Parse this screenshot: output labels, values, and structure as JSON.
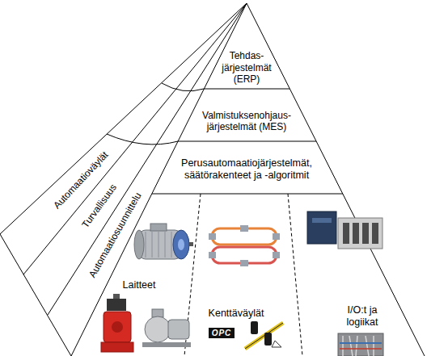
{
  "diagram": {
    "nodes": [
      {
        "text": [
          "Tehdas- järjestelmät (ERP)"
        ]
      },
      {
        "text": [
          "Valmistuksenohjaus- järjestelmät (MES)"
        ]
      },
      {
        "text": [
          "Perusautomaatiojärjestelmät, säätörakenteet ja -algoritmit"
        ]
      },
      {
        "text": [
          "Laitteet"
        ]
      },
      {
        "text": [
          "Kenttäväylät"
        ]
      },
      {
        "text": [
          "I/O:t ja logiikat"
        ]
      },
      {
        "text": [
          "Automaatioväylät"
        ]
      },
      {
        "text": [
          "Turvallisuus"
        ]
      },
      {
        "text": [
          "Automaatiosuunnittelu"
        ]
      }
    ],
    "labels": [
      "OPC"
    ]
  }
}
